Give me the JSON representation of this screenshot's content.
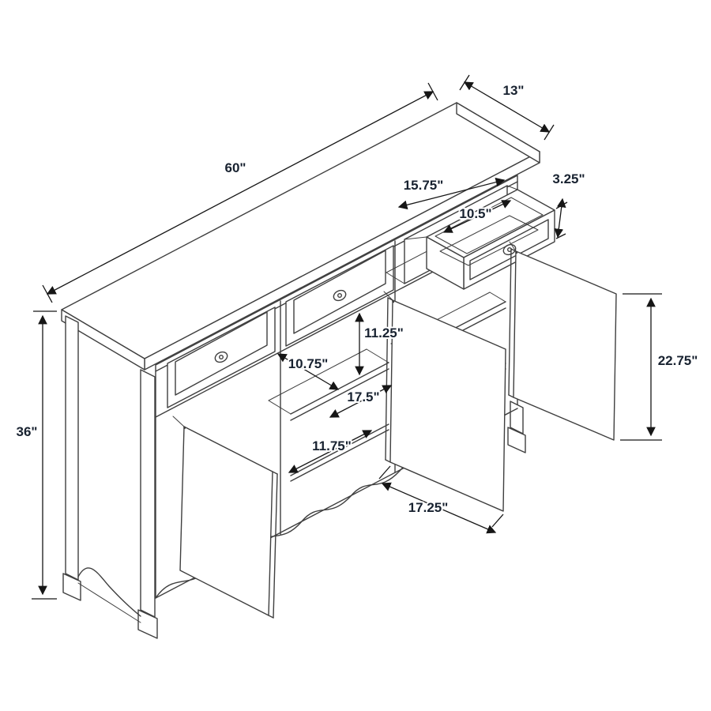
{
  "diagram": {
    "dimensions": {
      "top_length": "60\"",
      "top_depth": "13\"",
      "open_drawer_width": "15.75\"",
      "drawer_front_height": "3.25\"",
      "drawer_inner_depth": "10.5\"",
      "upper_opening_height": "11.25\"",
      "shelf_depth": "10.75\"",
      "middle_opening_width": "17.5\"",
      "right_door_height": "22.75\"",
      "overall_height": "36\"",
      "lower_opening_width": "11.75\"",
      "middle_door_width": "17.25\""
    }
  }
}
